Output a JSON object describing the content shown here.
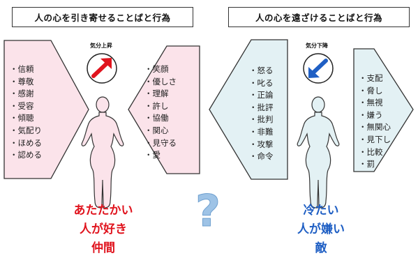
{
  "left_panel": {
    "title": "人の心を引き寄せることばと行為",
    "mood_label": "気分上昇",
    "words": [
      "信頼",
      "尊敬",
      "感謝",
      "受容",
      "傾聴",
      "気配り",
      "ほめる",
      "認める"
    ],
    "actions": [
      "笑顔",
      "優しさ",
      "理解",
      "許し",
      "協働",
      "関心",
      "見守る",
      "愛"
    ],
    "result_lines": [
      "あたたかい",
      "人が好き",
      "仲間"
    ],
    "result_color": "#e0141e",
    "panel_fill": "#fbe3ea",
    "arrow_color": "#e0141e"
  },
  "right_panel": {
    "title": "人の心を遠ざけることばと行為",
    "mood_label": "気分下降",
    "words": [
      "怒る",
      "叱る",
      "正論",
      "批評",
      "批判",
      "非難",
      "攻撃",
      "命令"
    ],
    "actions": [
      "支配",
      "脅し",
      "無視",
      "嫌う",
      "無関心",
      "見下し",
      "比較",
      "罰"
    ],
    "result_lines": [
      "冷たい",
      "人が嫌い",
      "敵"
    ],
    "result_color": "#1f5fc4",
    "panel_fill": "#e3f1f4",
    "arrow_color": "#1f5fc4"
  },
  "center_mark": "?",
  "center_mark_color": "#9ec3e6"
}
